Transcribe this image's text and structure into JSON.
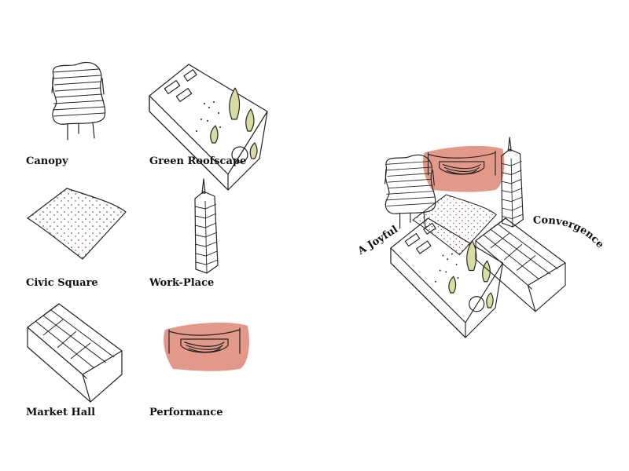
{
  "legend": [
    {
      "label": "Canopy",
      "color": "#e8b8b8"
    },
    {
      "label": "Green Roofscape",
      "color": "#d8dca2"
    },
    {
      "label": "Civic Square",
      "color": "#e07a4e"
    },
    {
      "label": "Work-Place",
      "color": "#f4ea8a"
    },
    {
      "label": "Market Hall",
      "color": "#8b9bd2"
    },
    {
      "label": "Performance",
      "color": "#e3998a"
    }
  ],
  "composite": {
    "title_left": "A Joyful",
    "title_right": "Convergence"
  }
}
